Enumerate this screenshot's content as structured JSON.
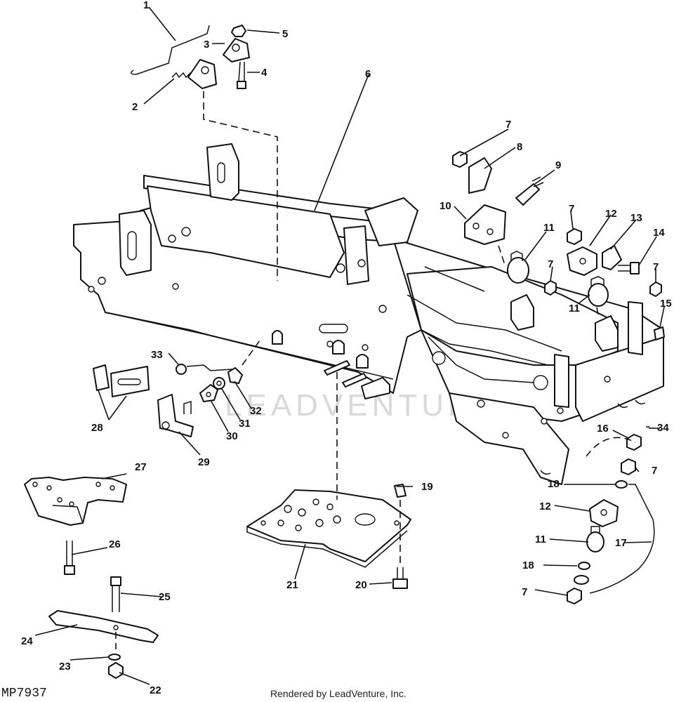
{
  "figure_id": "MP7937",
  "credit": "Rendered by LeadVenture, Inc.",
  "watermark": "LEADVENTURE",
  "callouts": [
    "1",
    "2",
    "3",
    "4",
    "5",
    "6",
    "7",
    "8",
    "9",
    "10",
    "11",
    "12",
    "13",
    "14",
    "15",
    "16",
    "17",
    "18",
    "19",
    "20",
    "21",
    "22",
    "23",
    "24",
    "25",
    "26",
    "27",
    "28",
    "29",
    "30",
    "31",
    "32",
    "33",
    "34"
  ],
  "extra_callouts": {
    "c7b": "7",
    "c7c": "7",
    "c7d": "7",
    "c7e": "7",
    "c7f": "7",
    "c11b": "11",
    "c11c": "11",
    "c12b": "12",
    "c18b": "18"
  }
}
